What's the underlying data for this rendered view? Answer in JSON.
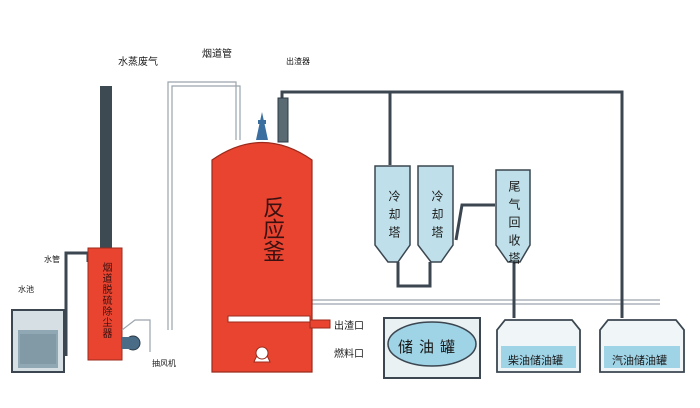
{
  "labels": {
    "steam_exhaust": "水蒸废气",
    "flue_pipe": "烟道管",
    "slag_extractor": "出渣器",
    "water_pipe": "水管",
    "water_pool": "水池",
    "dust_remover": "烟道脱硫除尘器",
    "fan": "抽风机",
    "reactor": "反应釜",
    "slag_outlet": "出渣口",
    "fuel_inlet": "燃料口",
    "cooling_tower_1": "冷却塔",
    "cooling_tower_2": "冷却塔",
    "tail_gas_tower": "尾气回收塔",
    "oil_tank": "储油罐",
    "diesel_tank": "柴油储油罐",
    "gasoline_tank": "汽油储油罐"
  },
  "colors": {
    "reactor_red": "#e8442f",
    "tower_blue": "#bfe0ea",
    "tank_blue": "#9fd3e6",
    "pipe": "#3b4650",
    "chimney": "#3d4a52"
  }
}
